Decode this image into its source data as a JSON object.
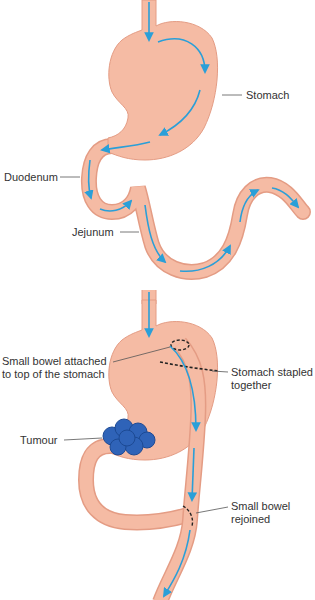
{
  "diagram": {
    "labels": [
      "Stomach",
      "Duodenum",
      "Jejunum",
      "Small bowel attached to top of the stomach",
      "Stomach stapled together",
      "Tumour",
      "Small bowel rejoined"
    ]
  }
}
